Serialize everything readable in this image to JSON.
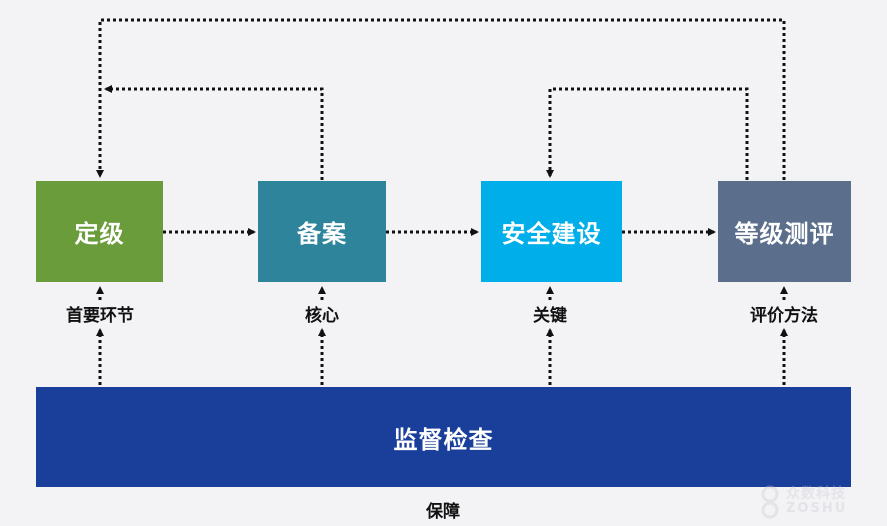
{
  "nodes": [
    {
      "label": "定级",
      "caption": "首要环节",
      "color": "#6a9c3b"
    },
    {
      "label": "备案",
      "caption": "核心",
      "color": "#2d849b"
    },
    {
      "label": "安全建设",
      "caption": "关键",
      "color": "#00aee9"
    },
    {
      "label": "等级测评",
      "caption": "评价方法",
      "color": "#5b6f8c"
    }
  ],
  "bottom": {
    "label": "监督检查",
    "caption": "保障",
    "color": "#1a3f9a"
  },
  "watermark": {
    "line1": "众数科技",
    "line2": "ZOSHU"
  },
  "line_color": "#111111",
  "background": "#f3f3f6"
}
